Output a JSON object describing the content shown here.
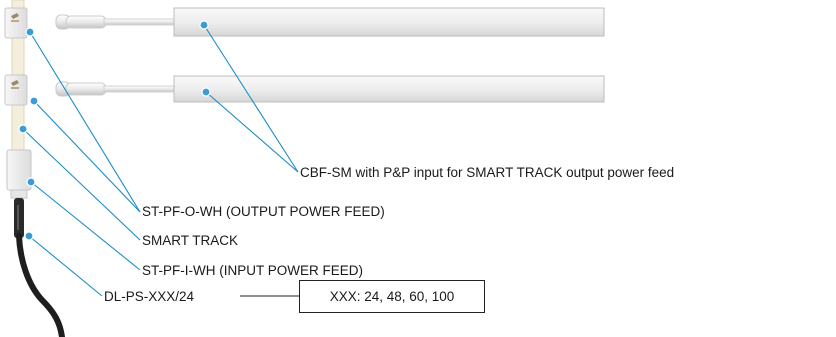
{
  "callouts": {
    "cbf_sm": "CBF-SM with P&P input for SMART TRACK output power feed",
    "st_pf_o": "ST-PF-O-WH (OUTPUT POWER FEED)",
    "smart_track": "SMART TRACK",
    "st_pf_i": "ST-PF-I-WH (INPUT POWER FEED)",
    "dl_ps": "DL-PS-XXX/24"
  },
  "options_box": "XXX: 24, 48, 60, 100",
  "colors": {
    "leader": "#1b8ec9",
    "dot": "#3a9bd6",
    "track": "#f3eedc",
    "bar": "#efefef",
    "bar_edge": "#b9b9b9",
    "cable": "#1e1e1e"
  }
}
